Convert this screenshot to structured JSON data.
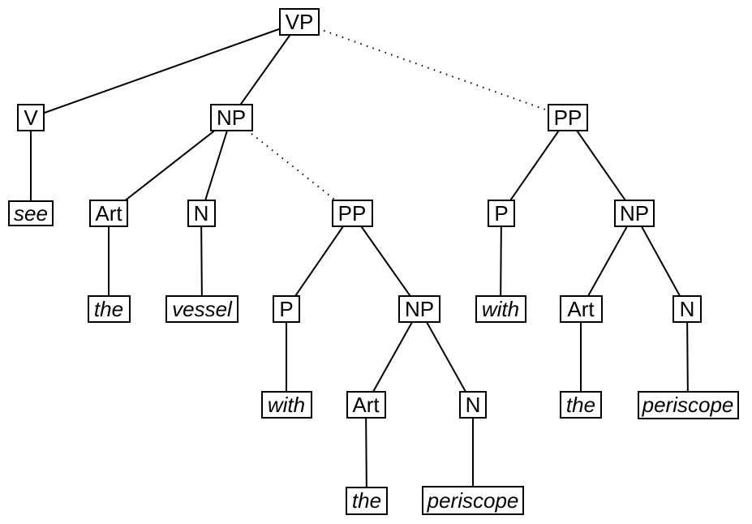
{
  "diagram": {
    "type": "syntax-parse-tree",
    "background": "#ffffff",
    "colors": {
      "line": "#000000",
      "box_fill": "#ffffff",
      "box_border": "#000000",
      "text": "#000000"
    },
    "edge_styles": {
      "solid": "definite constituent link",
      "dotted": "ambiguous PP attachment link"
    }
  },
  "nodes": {
    "vp": {
      "label": "VP"
    },
    "v": {
      "label": "V"
    },
    "np1": {
      "label": "NP"
    },
    "pp2": {
      "label": "PP"
    },
    "see": {
      "label": "see"
    },
    "art1": {
      "label": "Art"
    },
    "n1": {
      "label": "N"
    },
    "pp1": {
      "label": "PP"
    },
    "the1": {
      "label": "the"
    },
    "vessel": {
      "label": "vessel"
    },
    "p1": {
      "label": "P"
    },
    "np2": {
      "label": "NP"
    },
    "with1": {
      "label": "with"
    },
    "art2": {
      "label": "Art"
    },
    "n2": {
      "label": "N"
    },
    "the2": {
      "label": "the"
    },
    "periscope1": {
      "label": "periscope"
    },
    "p2": {
      "label": "P"
    },
    "np3": {
      "label": "NP"
    },
    "with2": {
      "label": "with"
    },
    "art3": {
      "label": "Art"
    },
    "n3": {
      "label": "N"
    },
    "the3": {
      "label": "the"
    },
    "periscope2": {
      "label": "periscope"
    }
  },
  "edges": [
    {
      "from": "vp",
      "to": "v",
      "style": "solid"
    },
    {
      "from": "vp",
      "to": "np1",
      "style": "solid"
    },
    {
      "from": "vp",
      "to": "pp2",
      "style": "dotted"
    },
    {
      "from": "v",
      "to": "see",
      "style": "solid"
    },
    {
      "from": "np1",
      "to": "art1",
      "style": "solid"
    },
    {
      "from": "np1",
      "to": "n1",
      "style": "solid"
    },
    {
      "from": "np1",
      "to": "pp1",
      "style": "dotted"
    },
    {
      "from": "art1",
      "to": "the1",
      "style": "solid"
    },
    {
      "from": "n1",
      "to": "vessel",
      "style": "solid"
    },
    {
      "from": "pp1",
      "to": "p1",
      "style": "solid"
    },
    {
      "from": "pp1",
      "to": "np2",
      "style": "solid"
    },
    {
      "from": "p1",
      "to": "with1",
      "style": "solid"
    },
    {
      "from": "np2",
      "to": "art2",
      "style": "solid"
    },
    {
      "from": "np2",
      "to": "n2",
      "style": "solid"
    },
    {
      "from": "art2",
      "to": "the2",
      "style": "solid"
    },
    {
      "from": "n2",
      "to": "periscope1",
      "style": "solid"
    },
    {
      "from": "pp2",
      "to": "p2",
      "style": "solid"
    },
    {
      "from": "pp2",
      "to": "np3",
      "style": "solid"
    },
    {
      "from": "p2",
      "to": "with2",
      "style": "solid"
    },
    {
      "from": "np3",
      "to": "art3",
      "style": "solid"
    },
    {
      "from": "np3",
      "to": "n3",
      "style": "solid"
    },
    {
      "from": "art3",
      "to": "the3",
      "style": "solid"
    },
    {
      "from": "n3",
      "to": "periscope2",
      "style": "solid"
    }
  ]
}
